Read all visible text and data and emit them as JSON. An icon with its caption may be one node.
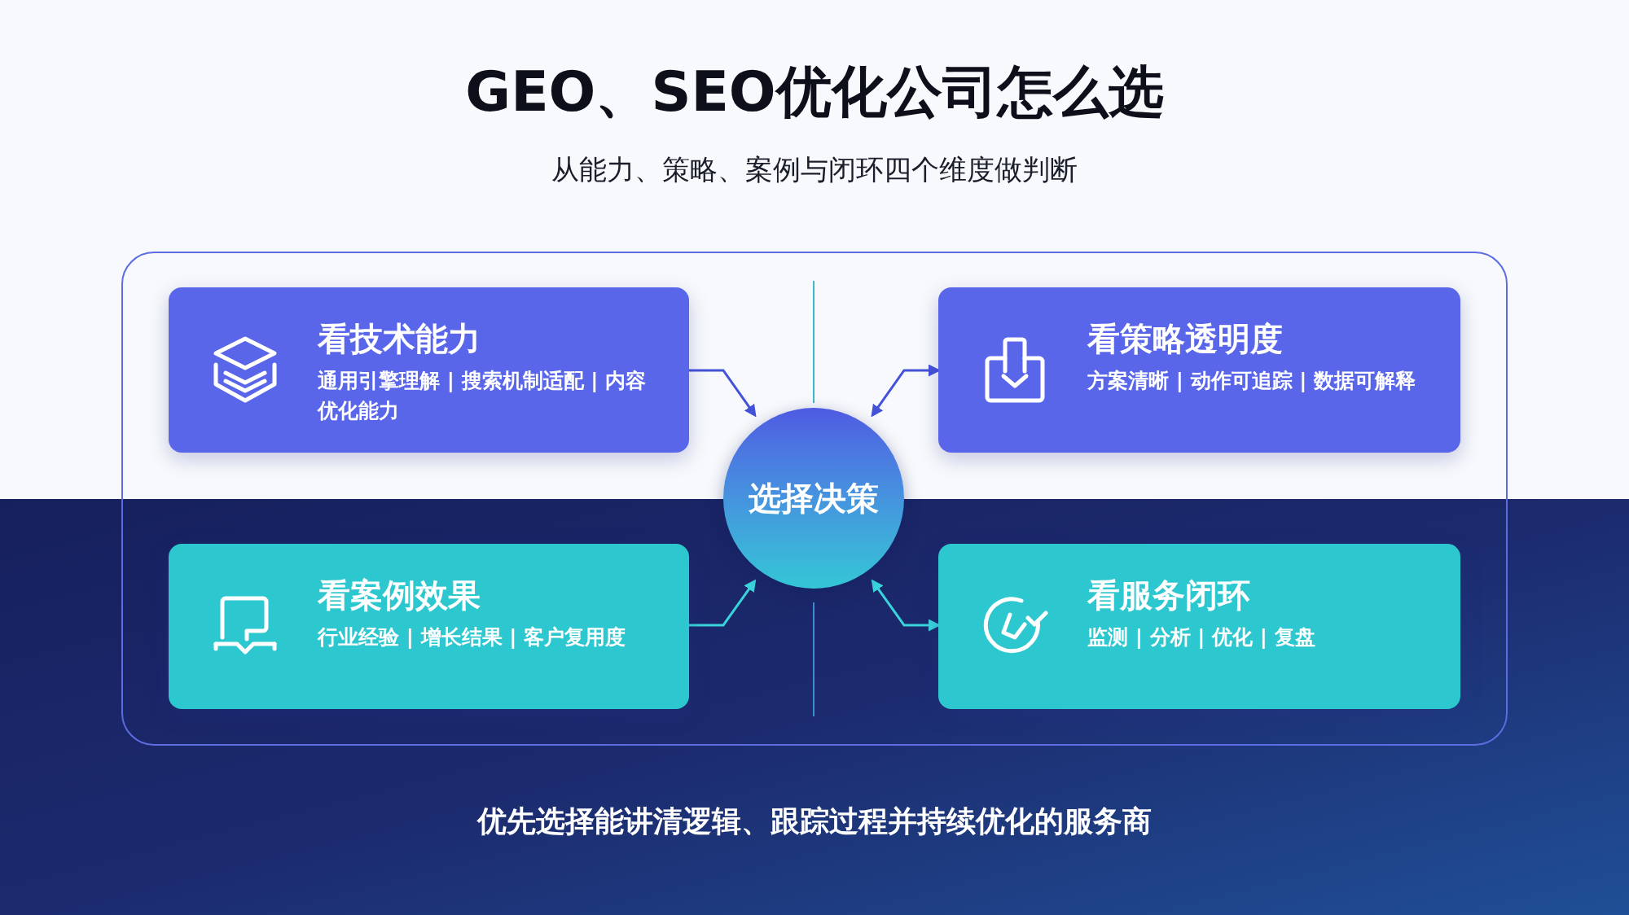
{
  "diagram": {
    "title": "GEO、SEO优化公司怎么选",
    "nodes": [
      {
        "text": [
          "看技术能力",
          "通用引擎理解 | 搜索机制适配 | 内容优化能力"
        ]
      },
      {
        "text": [
          "看策略透明度",
          "方案清晰 | 动作可追踪 | 数据可解释"
        ]
      },
      {
        "text": [
          "选择决策"
        ]
      },
      {
        "text": [
          "看案例效果",
          "行业经验 | 增长结果 | 客户复用度"
        ]
      },
      {
        "text": [
          "看服务闭环",
          "监测 | 分析 | 优化 | 复盘"
        ]
      }
    ],
    "edges": [
      {
        "from": 0,
        "to": 2,
        "arrow": "to"
      },
      {
        "from": 1,
        "to": 2,
        "arrow": "both"
      },
      {
        "from": 3,
        "to": 2,
        "arrow": "to",
        "color": "#3ad4dc"
      },
      {
        "from": 4,
        "to": 2,
        "arrow": "both",
        "color": "#3ad4dc"
      }
    ],
    "labels": [
      "从能力、策略、案例与闭环四个维度做判断",
      "优先选择能讲清逻辑、跟踪过程并持续优化的服务商"
    ]
  }
}
